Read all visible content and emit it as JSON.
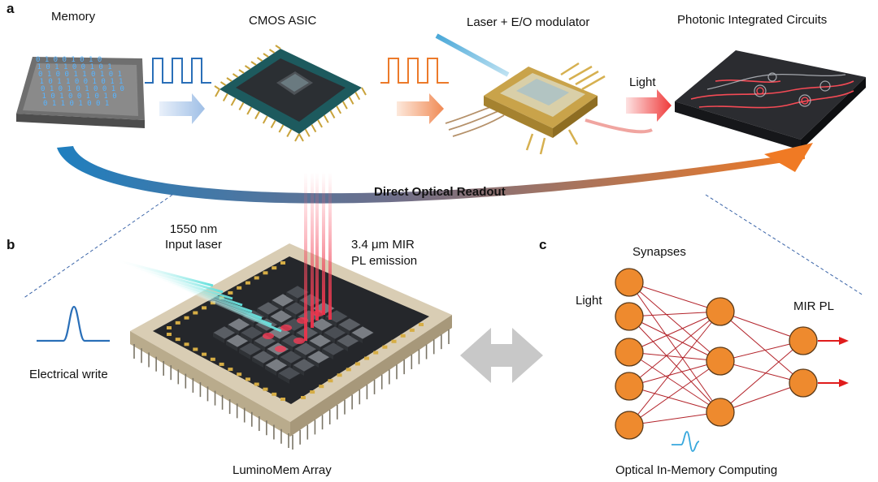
{
  "panel_labels": {
    "a": "a",
    "b": "b",
    "c": "c"
  },
  "top_row": {
    "memory": "Memory",
    "cmos": "CMOS ASIC",
    "laser": "Laser + E/O modulator",
    "light": "Light",
    "pic": "Photonic Integrated Circuits",
    "readout": "Direct Optical Readout"
  },
  "memory_bits": [
    "0 1 0 0 1 0 1 0",
    "1 0 1 1 0 0 1 0 1",
    "0 1 0 0 1 1 0 1 0 1",
    "1 0 1 1 0 0 1 0 1 1",
    "0 1 0 1 0 1 0 0 1 0",
    "1 0 1 0 0 1 0 1 0",
    "0 1 1 0 1 0 0 1"
  ],
  "panel_b": {
    "laser_line1": "1550 nm",
    "laser_line2": "Input laser",
    "mir_line1": "3.4 μm MIR",
    "mir_line2": "PL emission",
    "electrical": "Electrical write",
    "array": "LuminoMem Array"
  },
  "panel_c": {
    "synapses": "Synapses",
    "light": "Light",
    "mir_pl": "MIR PL",
    "caption": "Optical In-Memory Computing"
  },
  "colors": {
    "blue": "#2a6fb8",
    "orange": "#ec7a2a",
    "node": "#ee8a2e",
    "edge": "#b3242b",
    "red_beam": "#e8324a",
    "cyan_beam": "#74e3e0",
    "gray_arrow": "#c8c8c8"
  },
  "icons": [
    "memory-chip-icon",
    "cmos-chip-icon",
    "modulator-icon",
    "photonic-chip-icon",
    "luminomem-array-icon",
    "neural-network-icon"
  ]
}
